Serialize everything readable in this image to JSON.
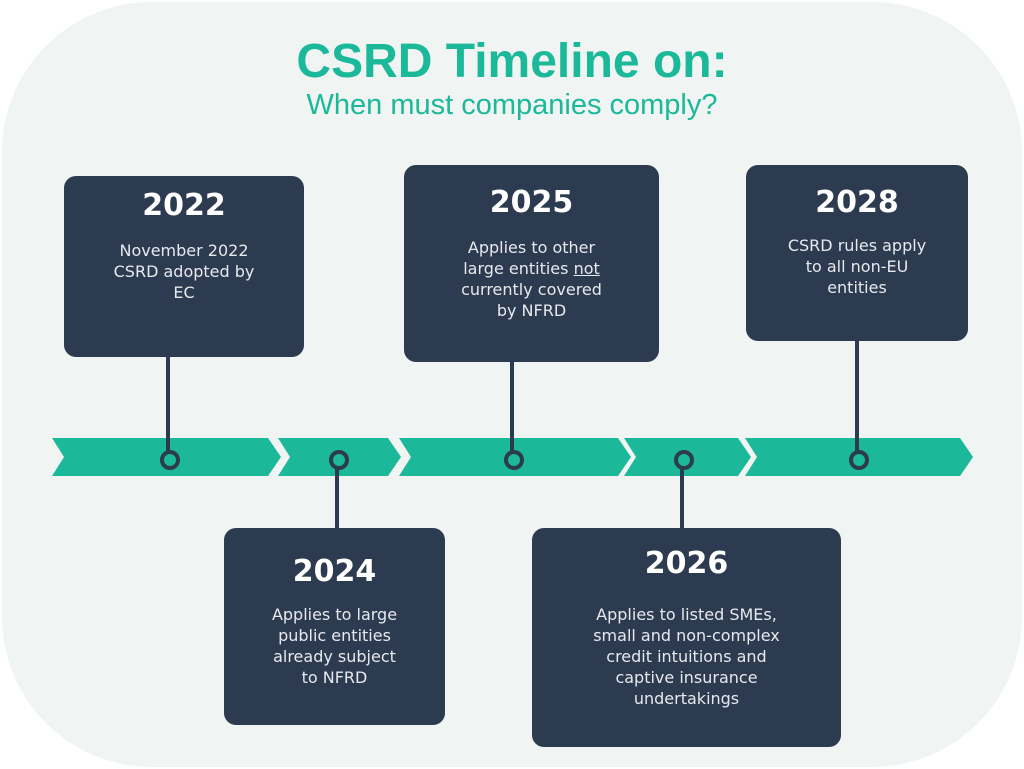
{
  "header": {
    "title": "CSRD Timeline on:",
    "subtitle": "When must companies comply?"
  },
  "colors": {
    "accent": "#1bb99a",
    "card": "#2d3b50",
    "background": "#f0f4f3"
  },
  "milestones": [
    {
      "year": "2022",
      "desc": "November 2022\nCSRD adopted by\nEC",
      "position": "above"
    },
    {
      "year": "2024",
      "desc": "Applies to large\npublic entities\nalready subject\nto NFRD",
      "position": "below"
    },
    {
      "year": "2025",
      "desc_pre": "Applies to other\nlarge entities ",
      "desc_underline": "not",
      "desc_post": "\ncurrently covered\nby NFRD",
      "position": "above"
    },
    {
      "year": "2026",
      "desc": "Applies to listed SMEs,\nsmall and non-complex\ncredit intuitions and\ncaptive insurance\nundertakings",
      "position": "below"
    },
    {
      "year": "2028",
      "desc": "CSRD rules apply\nto all non-EU\nentities",
      "position": "above"
    }
  ]
}
